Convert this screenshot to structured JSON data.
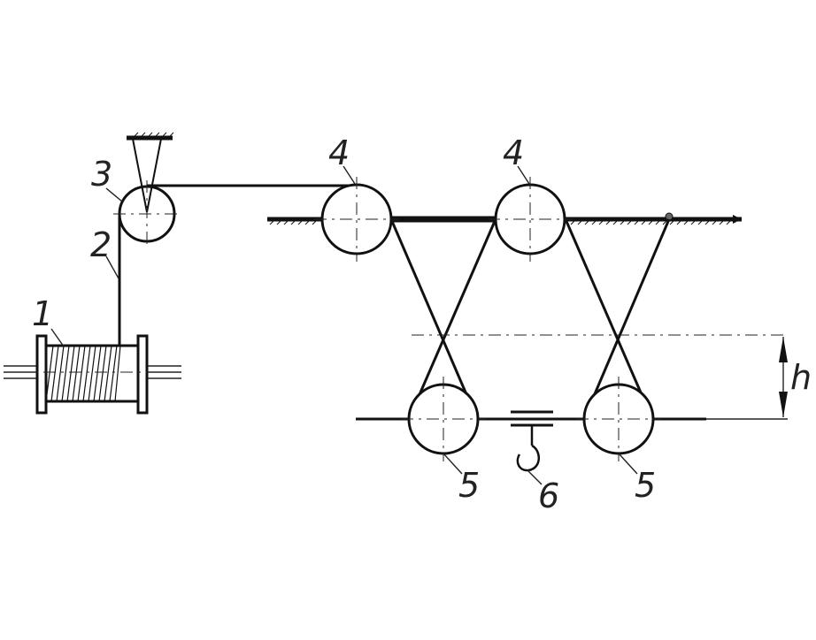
{
  "labels": {
    "drum": "1",
    "rope": "2",
    "guide_pulley": "3",
    "fixed_pulley_left": "4",
    "fixed_pulley_right": "4",
    "moving_pulley_left": "5",
    "moving_pulley_right": "5",
    "hook": "6",
    "height": "h"
  },
  "colors": {
    "line": "#111111",
    "background": "#ffffff"
  }
}
